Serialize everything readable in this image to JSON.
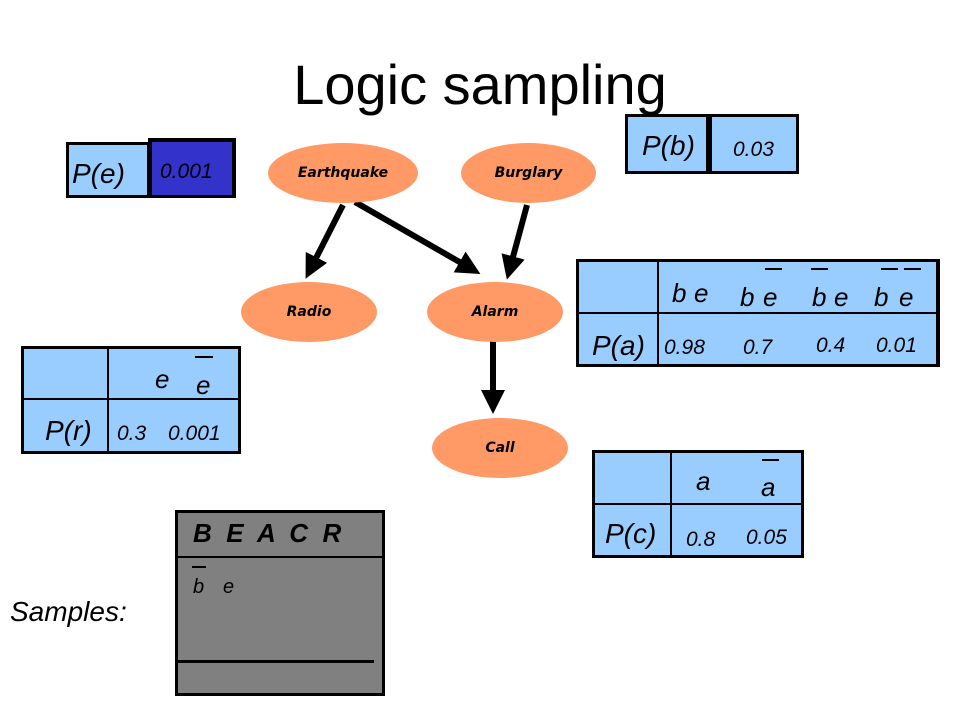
{
  "title": "Logic sampling",
  "network": {
    "nodes": {
      "earthquake": "Earthquake",
      "burglary": "Burglary",
      "radio": "Radio",
      "alarm": "Alarm",
      "call": "Call"
    }
  },
  "pe": {
    "label": "P(e)",
    "value": "0.001"
  },
  "pb": {
    "label": "P(b)",
    "value": "0.03"
  },
  "pa": {
    "label": "P(a)",
    "headers": [
      {
        "b": "b",
        "e": "e",
        "b_negated": false,
        "e_negated": false
      },
      {
        "b": "b",
        "e": "e",
        "b_negated": false,
        "e_negated": true
      },
      {
        "b": "b",
        "e": "e",
        "b_negated": true,
        "e_negated": false
      },
      {
        "b": "b",
        "e": "e",
        "b_negated": true,
        "e_negated": true
      }
    ],
    "values": [
      "0.98",
      "0.7",
      "0.4",
      "0.01"
    ]
  },
  "pr": {
    "label": "P(r)",
    "headers": [
      "e",
      "e"
    ],
    "values": [
      "0.3",
      "0.001"
    ]
  },
  "pc": {
    "label": "P(c)",
    "headers": [
      "a",
      "a"
    ],
    "values": [
      "0.8",
      "0.05"
    ]
  },
  "samples": {
    "label": "Samples:",
    "columns": "B  E  A  C  R",
    "row1": {
      "b": "b",
      "e": "e"
    }
  },
  "colors": {
    "table_fill": "#99ccff",
    "node_fill": "#ff9966",
    "highlight": "#3333cc",
    "samples_fill": "#808080"
  }
}
